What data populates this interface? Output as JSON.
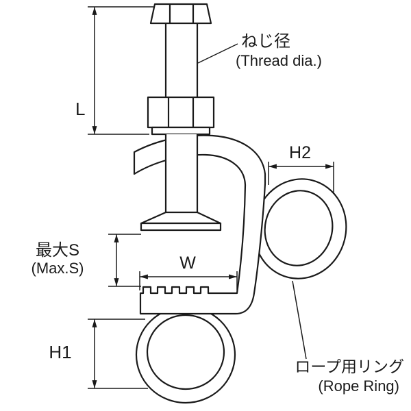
{
  "colors": {
    "background": "#ffffff",
    "line": "#1a1a1a"
  },
  "labels": {
    "dim_l": "L",
    "thread_dia_jp": "ねじ径",
    "thread_dia_en": "(Thread dia.)",
    "dim_h2": "H2",
    "max_s_jp": "最大S",
    "max_s_en": "(Max.S)",
    "dim_w": "W",
    "dim_h1": "H1",
    "rope_ring_jp": "ロープ用リング",
    "rope_ring_en": "(Rope Ring)"
  }
}
